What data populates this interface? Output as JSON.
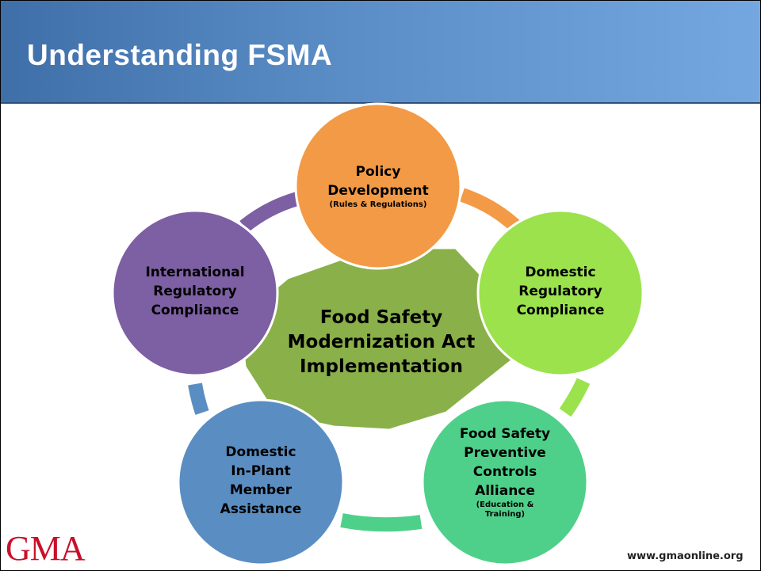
{
  "title": "Understanding FSMA",
  "center": {
    "lines": [
      "Food Safety",
      "Modernization Act",
      "Implementation"
    ],
    "color": "#8ab04a"
  },
  "nodes": [
    {
      "id": "policy",
      "lines": [
        "Policy",
        "Development"
      ],
      "sub": [
        "(Rules & Regulations)"
      ],
      "color": "#f39a46"
    },
    {
      "id": "domestic-regulatory",
      "lines": [
        "Domestic",
        "Regulatory",
        "Compliance"
      ],
      "sub": [],
      "color": "#9be24c"
    },
    {
      "id": "fspca",
      "lines": [
        "Food Safety",
        "Preventive",
        "Controls",
        "Alliance"
      ],
      "sub": [
        "(Education &",
        "Training)"
      ],
      "color": "#4fd08a"
    },
    {
      "id": "in-plant",
      "lines": [
        "Domestic",
        "In-Plant",
        "Member",
        "Assistance"
      ],
      "sub": [],
      "color": "#5a8ec2"
    },
    {
      "id": "international",
      "lines": [
        "International",
        "Regulatory",
        "Compliance"
      ],
      "sub": [],
      "color": "#7d5fa3"
    }
  ],
  "logo": "GMA",
  "url": "www.gmaonline.org"
}
